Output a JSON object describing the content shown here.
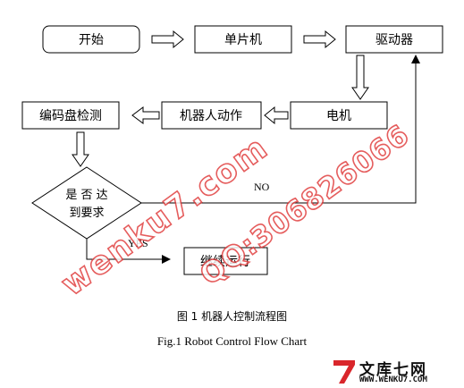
{
  "nodes": {
    "start": "开始",
    "mcu": "单片机",
    "driver": "驱动器",
    "motor": "电机",
    "robot_action": "机器人动作",
    "encoder": "编码盘检测",
    "decision_line1": "是 否 达",
    "decision_line2": "到要求",
    "continue": "继续运行"
  },
  "edges": {
    "no_label": "NO",
    "yes_label": "YES"
  },
  "caption": {
    "cn": "图 1  机器人控制流程图",
    "en": "Fig.1 Robot Control Flow Chart"
  },
  "watermark": {
    "text1": "wenku7.com",
    "text2": "QQ:306826066",
    "color": "#e03a3a"
  },
  "logo": {
    "name": "文库七网",
    "url": "WWW.WENKU7.COM",
    "accent": "#d9262b"
  }
}
